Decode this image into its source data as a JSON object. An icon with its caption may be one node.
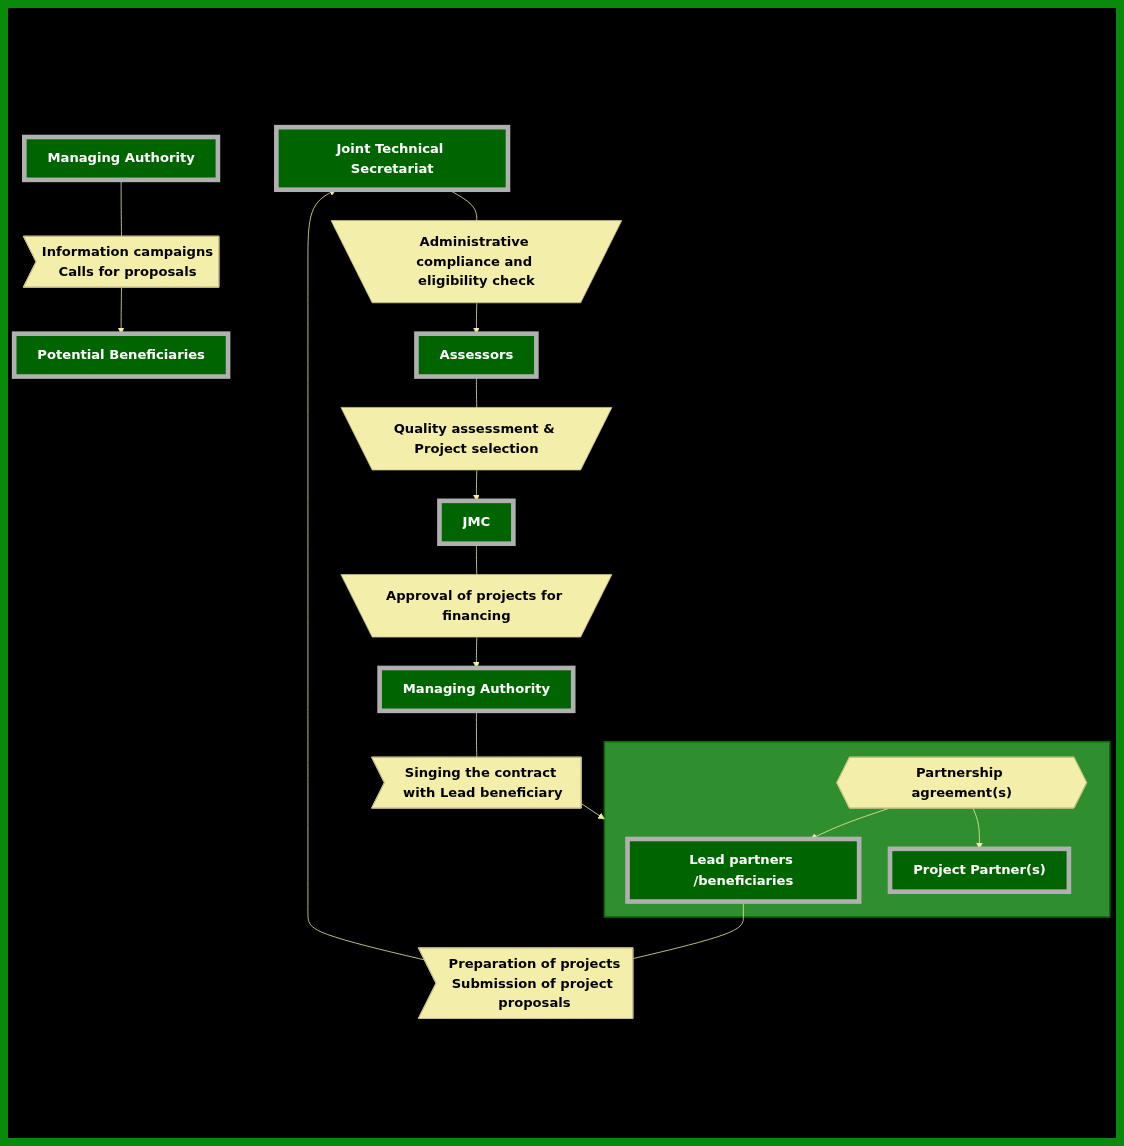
{
  "diagram": {
    "nodes": [
      {
        "text": [
          "Managing Authority"
        ]
      },
      {
        "text": [
          "Information campaigns",
          "Calls for proposals"
        ]
      },
      {
        "text": [
          "Potential Beneficiaries"
        ]
      },
      {
        "text": [
          "Joint Technical Secretariat"
        ]
      },
      {
        "text": [
          "Preparation of projects",
          "Submission of project proposals"
        ]
      },
      {
        "text": [],
        "shape": "box"
      },
      {
        "text": [
          "Lead partners /beneficiaries"
        ],
        "in": 5
      },
      {
        "text": [
          "Partnership agreement(s)"
        ],
        "in": 5
      },
      {
        "text": [
          "Project Partner(s)"
        ],
        "in": 5
      },
      {
        "text": [
          "Administrative compliance and eligibility check"
        ]
      },
      {
        "text": [
          "Assessors"
        ]
      },
      {
        "text": [
          "Quality assessment & Project selection"
        ]
      },
      {
        "text": [
          "JMC"
        ]
      },
      {
        "text": [
          "Approval of projects for financing"
        ]
      },
      {
        "text": [
          "Managing Authority"
        ]
      },
      {
        "text": [
          "Singing the contract with Lead beneficiary"
        ]
      }
    ],
    "edges": [
      {
        "from": 0,
        "to": 1,
        "arrow": "none"
      },
      {
        "from": 1,
        "to": 2,
        "arrow": "to"
      },
      {
        "from": 6,
        "to": 4,
        "arrow": "none"
      },
      {
        "from": 4,
        "to": 3,
        "arrow": "to"
      },
      {
        "from": 7,
        "to": 6,
        "arrow": "to"
      },
      {
        "from": 7,
        "to": 8,
        "arrow": "to"
      },
      {
        "from": 3,
        "to": 9,
        "arrow": "none"
      },
      {
        "from": 9,
        "to": 10,
        "arrow": "to"
      },
      {
        "from": 10,
        "to": 11,
        "arrow": "none"
      },
      {
        "from": 11,
        "to": 12,
        "arrow": "to"
      },
      {
        "from": 12,
        "to": 13,
        "arrow": "none"
      },
      {
        "from": 13,
        "to": 14,
        "arrow": "to"
      },
      {
        "from": 14,
        "to": 15,
        "arrow": "none"
      },
      {
        "from": 15,
        "to": 5,
        "arrow": "to"
      }
    ]
  }
}
